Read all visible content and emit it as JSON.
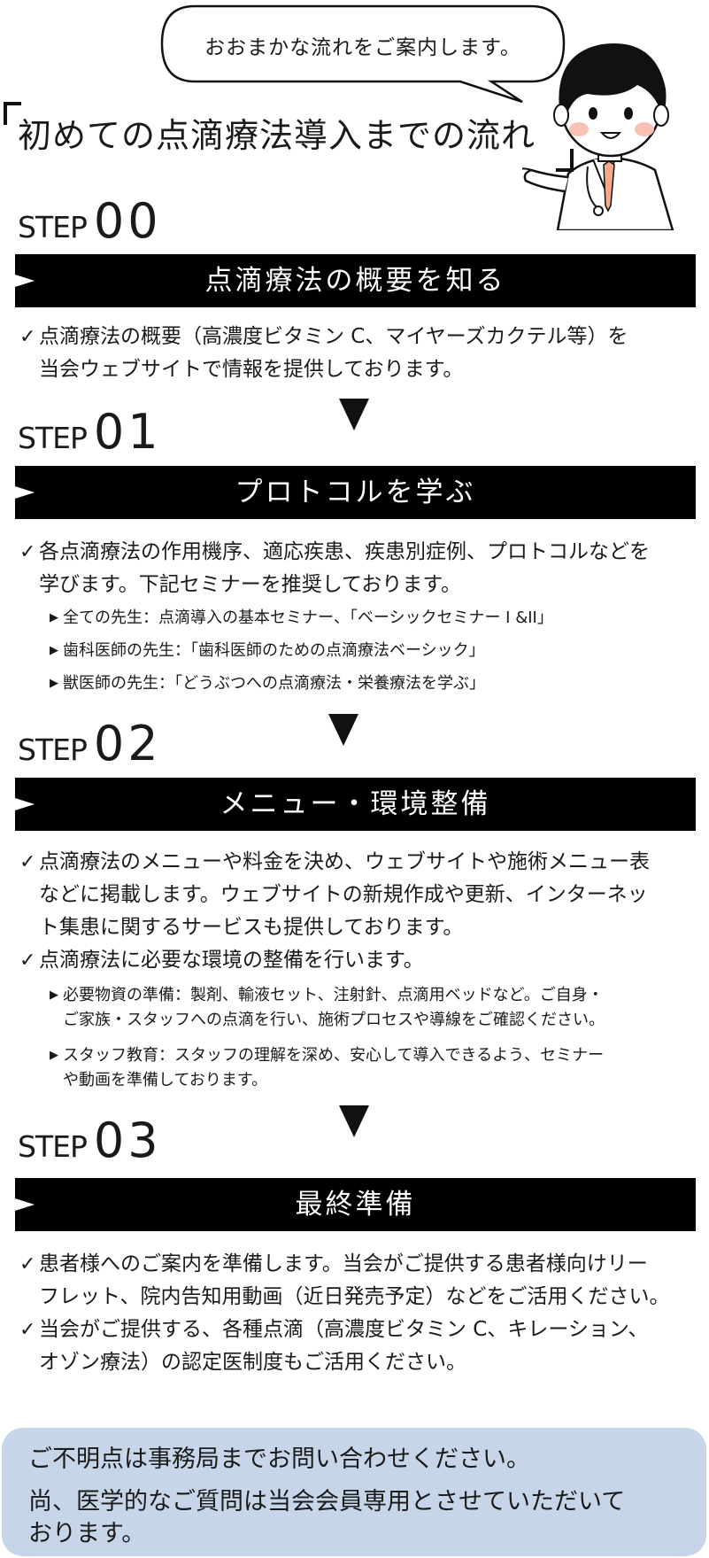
{
  "bubble": {
    "text": "おおまかな流れをご案内します。"
  },
  "title": "初めての点滴療法導入までの流れ",
  "step_word": "STEP",
  "steps": [
    {
      "number": "00",
      "heading": "点滴療法の概要を知る",
      "lines": [
        "点滴療法の概要（高濃度ビタミン C、マイヤーズカクテル等）を",
        "当会ウェブサイトで情報を提供しております。"
      ]
    },
    {
      "number": "01",
      "heading": "プロトコルを学ぶ",
      "lines": [
        "各点滴療法の作用機序、適応疾患、疾患別症例、プロトコルなどを",
        "学びます。下記セミナーを推奨しております。"
      ],
      "subs": [
        "全ての先生：点滴導入の基本セミナー、「ベーシックセミナー I &II」",
        "歯科医師の先生：「歯科医師のための点滴療法ベーシック」",
        "獣医師の先生：「どうぶつへの点滴療法・栄養療法を学ぶ」"
      ]
    },
    {
      "number": "02",
      "heading": "メニュー・環境整備",
      "lines_a": [
        "点滴療法のメニューや料金を決め、ウェブサイトや施術メニュー表",
        "などに掲載します。ウェブサイトの新規作成や更新、インターネッ",
        "ト集患に関するサービスも提供しております。"
      ],
      "lines_b": [
        "点滴療法に必要な環境の整備を行います。"
      ],
      "subs": [
        {
          "l1": "必要物資の準備：製剤、輸液セット、注射針、点滴用ベッドなど。ご自身・",
          "l2": "ご家族・スタッフへの点滴を行い、施術プロセスや導線をご確認ください。"
        },
        {
          "l1": "スタッフ教育：スタッフの理解を深め、安心して導入できるよう、セミナー",
          "l2": "や動画を準備しております。"
        }
      ]
    },
    {
      "number": "03",
      "heading": "最終準備",
      "lines_a": [
        "患者様へのご案内を準備します。当会がご提供する患者様向けリー",
        "フレット、院内告知用動画（近日発売予定）などをご活用ください。"
      ],
      "lines_b": [
        "当会がご提供する、各種点滴（高濃度ビタミン C、キレーション、",
        "オゾン療法）の認定医制度もご活用ください。"
      ]
    }
  ],
  "footer": {
    "line1": "ご不明点は事務局までお問い合わせください。",
    "line2": "尚、医学的なご質問は当会会員専用とさせていただいて",
    "line3": "おります。"
  },
  "icons": {
    "check": "check-icon",
    "arrow": "triangle-right-icon",
    "down": "down-arrow-icon"
  }
}
